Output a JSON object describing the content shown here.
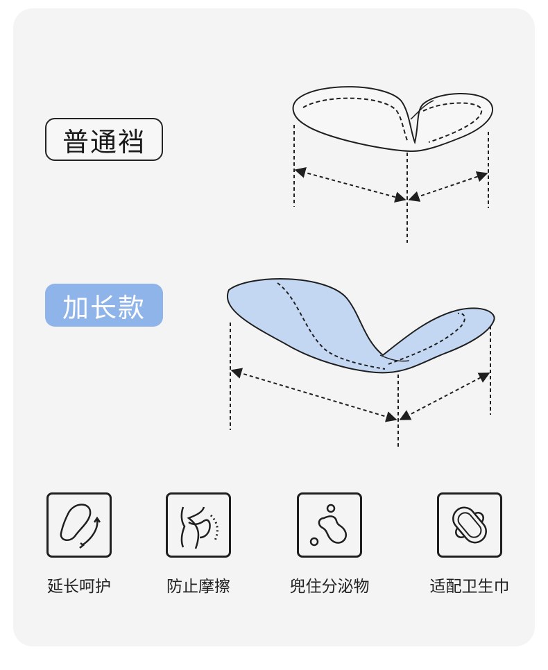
{
  "labels": {
    "normal": "普通裆",
    "long": "加长款"
  },
  "features": [
    {
      "icon": "extended-pad-icon",
      "label": "延长呵护"
    },
    {
      "icon": "anti-friction-body-icon",
      "label": "防止摩擦"
    },
    {
      "icon": "droplets-icon",
      "label": "兜住分泌物"
    },
    {
      "icon": "sanitary-pad-icon",
      "label": "适配卫生巾"
    }
  ],
  "colors": {
    "background": "#f4f4f4",
    "long_label": "#8fb4ea",
    "long_fill": "#c3d7f3",
    "outline": "#1f1f1f"
  }
}
